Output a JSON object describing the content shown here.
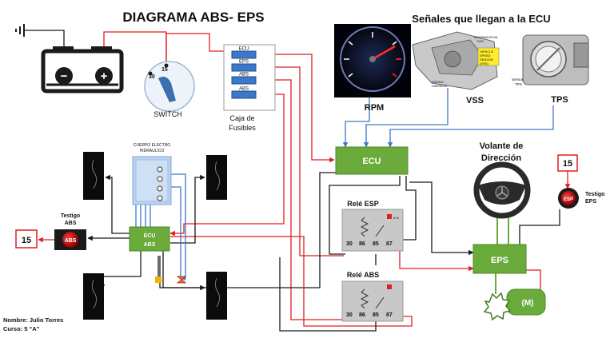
{
  "title": "DIAGRAMA ABS- EPS",
  "signals_title": "Señales que llegan a la ECU",
  "switch_label": "SWITCH",
  "switch_terminals": [
    "30",
    "15"
  ],
  "fuse_box_label": [
    "Caja de",
    "Fusibles"
  ],
  "fuses": [
    "ECU",
    "EPS",
    "ABS",
    "ABS"
  ],
  "sensors": {
    "rpm": "RPM",
    "vss": "VSS",
    "tps": "TPS",
    "vss_inner": [
      "TRANSMISSION",
      "7000"
    ],
    "vss_tag": [
      "VEHICLE",
      "SPEED",
      "SENSOR",
      "(VSS)"
    ],
    "vss_harness": [
      "WIRING",
      "HARNESS"
    ],
    "tps_inner": [
      "Sensor",
      "TPS"
    ]
  },
  "ecu_label": "ECU",
  "eps_label": "EPS",
  "motor_label": "(M)",
  "steering_label": [
    "Volante de",
    "Dirección"
  ],
  "relay_esp": {
    "title": "Relé ESP",
    "terminals": [
      "30",
      "86",
      "85",
      "87"
    ],
    "tag": "87a"
  },
  "relay_abs": {
    "title": "Relé ABS",
    "terminals": [
      "30",
      "86",
      "85",
      "87"
    ]
  },
  "abs_ecu": [
    "ECU",
    "ABS"
  ],
  "hydraulic_label": [
    "CUERPO ELECTRO",
    "HIDRAULICO"
  ],
  "testigo_abs": {
    "label": [
      "Testigo",
      "ABS"
    ],
    "icon_text": "ABS",
    "fuse": "15"
  },
  "testigo_eps": {
    "label": [
      "Testigo",
      "EPS"
    ],
    "icon_text": "ESP",
    "fuse": "15"
  },
  "author": {
    "name": "Nombre: Julio Torres",
    "course": "Curso: 5 “A”"
  },
  "colors": {
    "wire_red": "#e01e1e",
    "wire_black": "#1a1a1a",
    "wire_blue": "#3c78c8",
    "ecu_green": "#6aab3c",
    "relay_gray": "#c8c8c8"
  }
}
